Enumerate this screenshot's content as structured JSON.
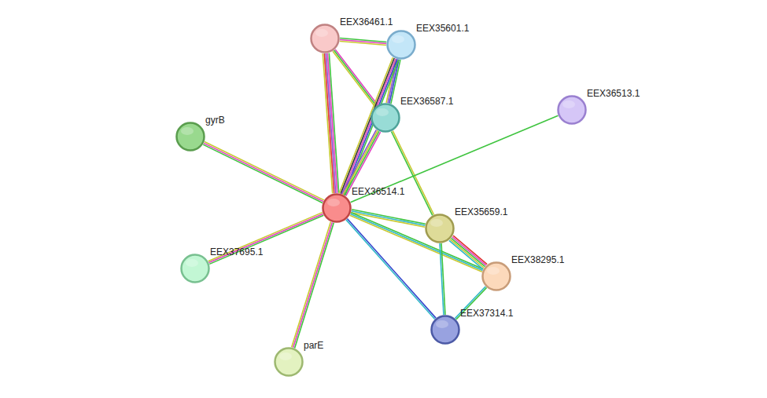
{
  "diagram": {
    "nodes": [
      {
        "text": [
          "EEX36461.1"
        ]
      },
      {
        "text": [
          "EEX35601.1"
        ]
      },
      {
        "text": [
          "EEX36587.1"
        ]
      },
      {
        "text": [
          "EEX36513.1"
        ]
      },
      {
        "text": [
          "gyrB"
        ]
      },
      {
        "text": [
          "EEX36514.1"
        ]
      },
      {
        "text": [
          "EEX35659.1"
        ]
      },
      {
        "text": [
          "EEX38295.1"
        ]
      },
      {
        "text": [
          "EEX37695.1"
        ]
      },
      {
        "text": [
          "EEX37314.1"
        ]
      },
      {
        "text": [
          "parE"
        ]
      }
    ],
    "edges": [
      {
        "from": 0,
        "to": 1,
        "arrow": "none"
      },
      {
        "from": 0,
        "to": 2,
        "arrow": "none"
      },
      {
        "from": 0,
        "to": 5,
        "arrow": "none"
      },
      {
        "from": 1,
        "to": 2,
        "arrow": "none"
      },
      {
        "from": 1,
        "to": 5,
        "arrow": "none"
      },
      {
        "from": 2,
        "to": 5,
        "arrow": "none"
      },
      {
        "from": 2,
        "to": 6,
        "arrow": "none"
      },
      {
        "from": 5,
        "to": 3,
        "arrow": "none"
      },
      {
        "from": 5,
        "to": 4,
        "arrow": "none"
      },
      {
        "from": 5,
        "to": 8,
        "arrow": "none"
      },
      {
        "from": 5,
        "to": 10,
        "arrow": "none"
      },
      {
        "from": 5,
        "to": 6,
        "arrow": "none"
      },
      {
        "from": 5,
        "to": 7,
        "arrow": "none"
      },
      {
        "from": 5,
        "to": 9,
        "arrow": "none"
      },
      {
        "from": 6,
        "to": 7,
        "arrow": "none"
      },
      {
        "from": 6,
        "to": 9,
        "arrow": "none"
      },
      {
        "from": 7,
        "to": 9,
        "arrow": "none"
      }
    ]
  }
}
